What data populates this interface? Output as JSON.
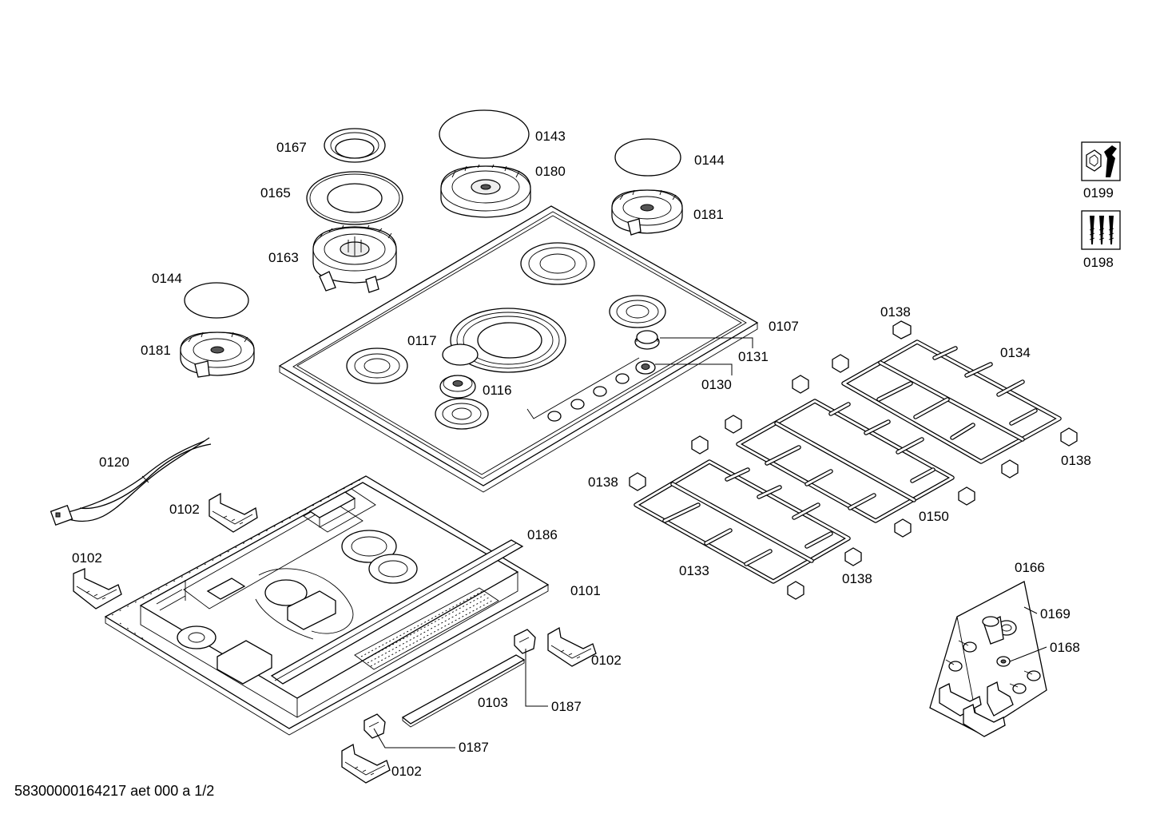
{
  "footer": "58300000164217 aet 000 a 1/2",
  "parts": {
    "p0101": "0101",
    "p0102a": "0102",
    "p0102b": "0102",
    "p0102c": "0102",
    "p0102d": "0102",
    "p0103": "0103",
    "p0107": "0107",
    "p0116": "0116",
    "p0117": "0117",
    "p0120": "0120",
    "p0130": "0130",
    "p0131": "0131",
    "p0133": "0133",
    "p0134": "0134",
    "p0138a": "0138",
    "p0138b": "0138",
    "p0138c": "0138",
    "p0138d": "0138",
    "p0143": "0143",
    "p0144a": "0144",
    "p0144b": "0144",
    "p0150": "0150",
    "p0163": "0163",
    "p0165": "0165",
    "p0166": "0166",
    "p0167": "0167",
    "p0168": "0168",
    "p0169": "0169",
    "p0180": "0180",
    "p0181a": "0181",
    "p0181b": "0181",
    "p0186": "0186",
    "p0187a": "0187",
    "p0187b": "0187",
    "p0198": "0198",
    "p0199": "0199"
  },
  "icons": {
    "service": "wrench-nut-icon",
    "screws": "screws-icon"
  }
}
